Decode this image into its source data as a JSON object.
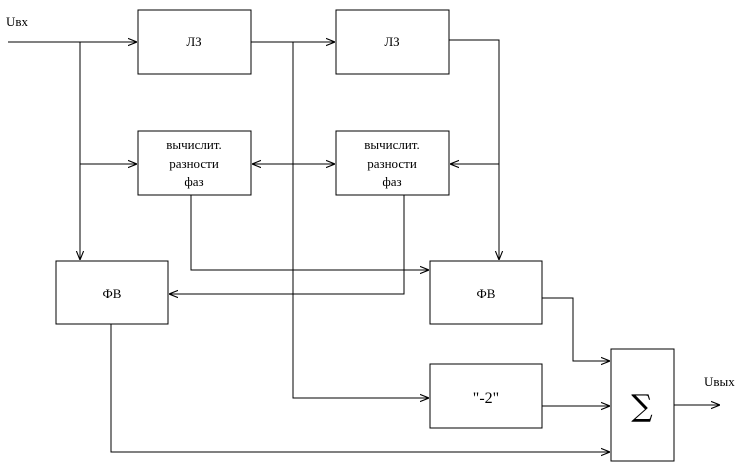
{
  "signals": {
    "input": "Uвх",
    "output": "Uвых"
  },
  "blocks": {
    "delay1": "ЛЗ",
    "delay2": "ЛЗ",
    "phase_calc1": [
      "вычислит.",
      "разности",
      "фаз"
    ],
    "phase_calc2": [
      "вычислит.",
      "разности",
      "фаз"
    ],
    "phase_shifter1": "ФВ",
    "phase_shifter2": "ФВ",
    "multiplier": "\"-2\"",
    "summer": "∑"
  }
}
